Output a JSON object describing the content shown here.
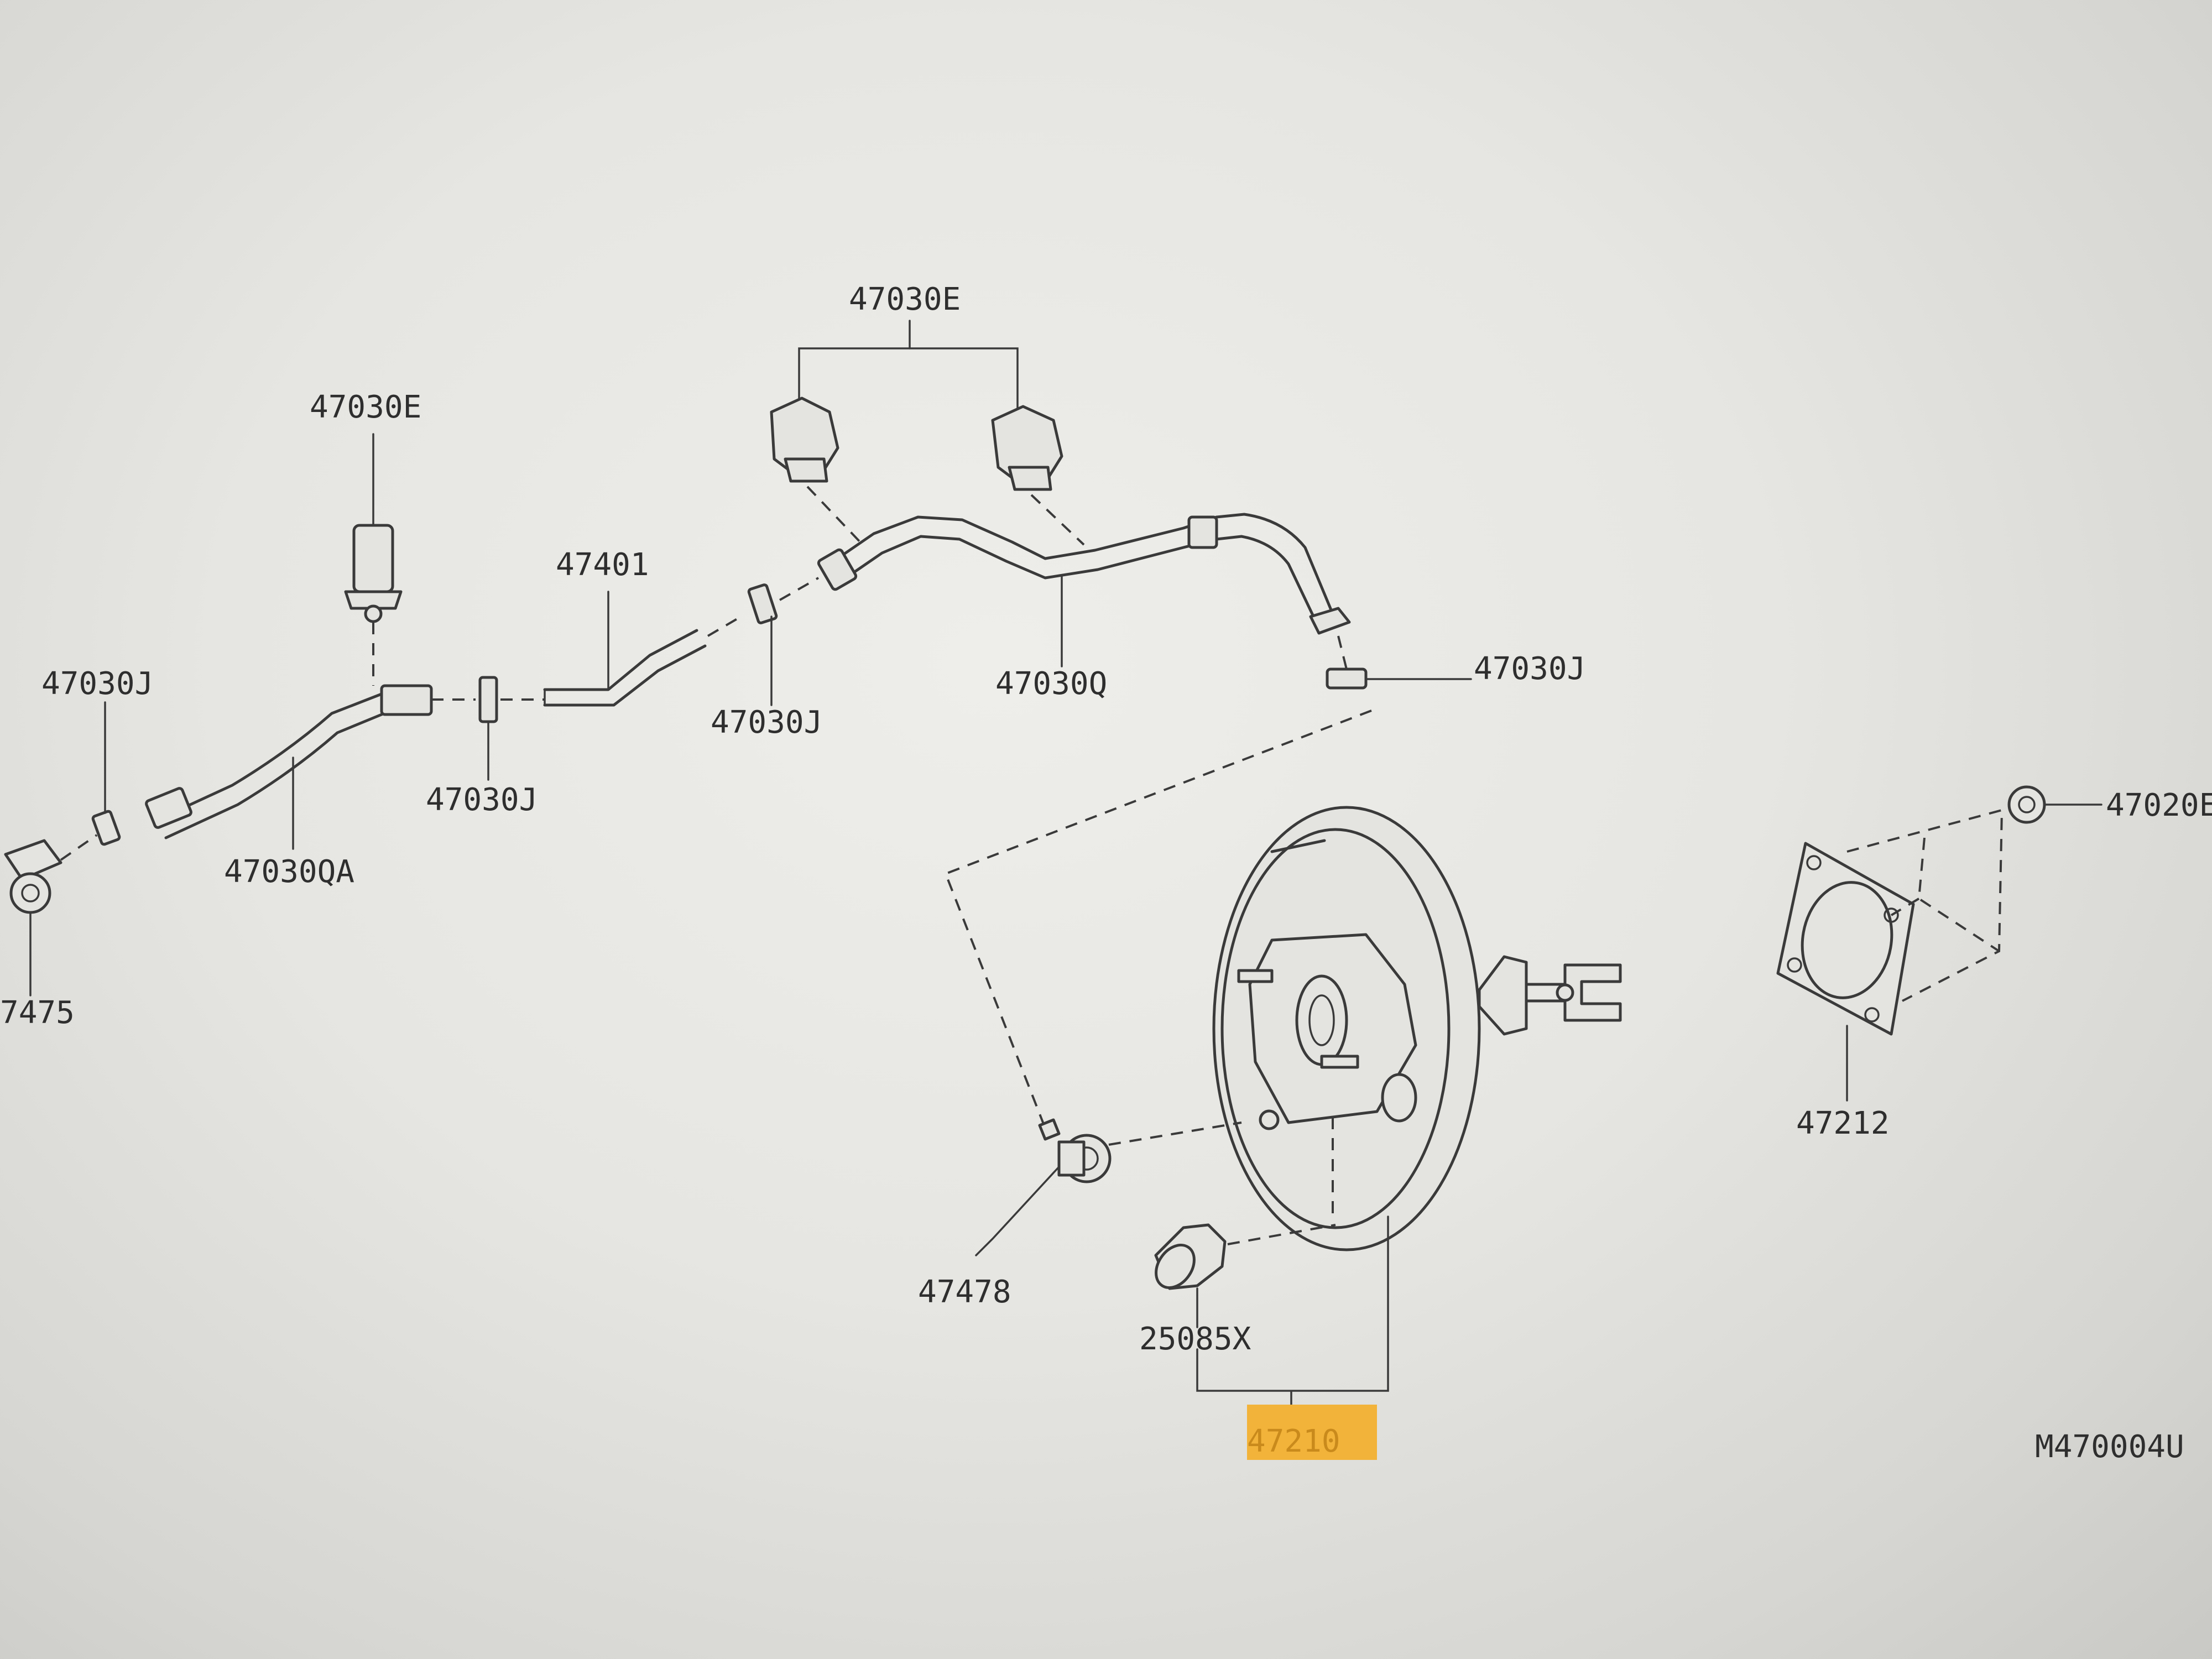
{
  "labels": {
    "p47030E_left": "47030E",
    "p47030E_top": "47030E",
    "p47401": "47401",
    "p47030J_farleft": "47030J",
    "p47030J_mid": "47030J",
    "p47030J_center": "47030J",
    "p47030J_right": "47030J",
    "p47030QA": "47030QA",
    "p47030Q": "47030Q",
    "p7475": "7475",
    "p47020E": "47020E",
    "p47212": "47212",
    "p47478": "47478",
    "p25085X": "25085X",
    "p47210": "47210",
    "drawing_code": "M470004U"
  },
  "highlight": {
    "part": "47210",
    "color": "#f2b33a"
  }
}
